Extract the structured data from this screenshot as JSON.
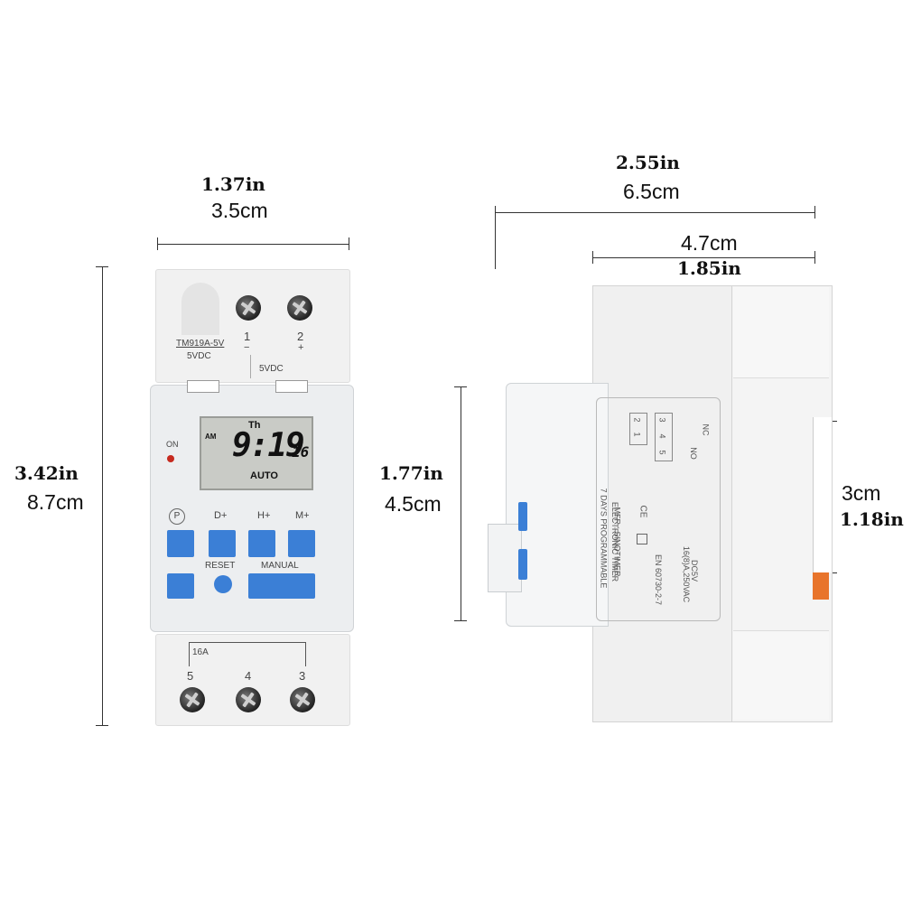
{
  "dimensions": {
    "front_width_in": "1.37in",
    "front_width_cm": "3.5cm",
    "front_height_in": "3.42in",
    "front_height_cm": "8.7cm",
    "side_depth_in": "2.55in",
    "side_depth_cm": "6.5cm",
    "side_partial_cm": "4.7cm",
    "side_partial_in": "1.85in",
    "side_window_in": "1.77in",
    "side_window_cm": "4.5cm",
    "side_rail_cm": "3cm",
    "side_rail_in": "1.18in"
  },
  "front": {
    "model_label": "TM919A-5V",
    "model_voltage": "5VDC",
    "input_voltage": "5VDC",
    "terminal_top_1": "1",
    "terminal_top_2": "2",
    "minus_sign": "−",
    "plus_sign": "+",
    "on_label": "ON",
    "display": {
      "day": "Th",
      "meridiem": "AM",
      "time": "9:19",
      "seconds": "16",
      "mode": "AUTO"
    },
    "buttons": {
      "p": "P",
      "d_plus": "D+",
      "h_plus": "H+",
      "m_plus": "M+",
      "reset": "RESET",
      "manual": "MANUAL"
    },
    "relay_rating": "16A",
    "terminal_5": "5",
    "terminal_4": "4",
    "terminal_3": "3"
  },
  "side": {
    "diagram_t1": "1",
    "diagram_t2": "2",
    "diagram_t3": "3",
    "diagram_t4": "4",
    "diagram_t5": "5",
    "diagram_no": "NO",
    "diagram_nc": "NC",
    "label_line1": "7 DAYS PROGRAMMABLE",
    "label_line2": "ELECTRONIC TIMER",
    "label_line3": "MFR.: SINOTIMER",
    "label_line4": "EN 60730-2-7",
    "label_line5": "DC5V",
    "label_line6": "16(8)A,250VAC",
    "ce_mark": "CE"
  },
  "colors": {
    "button_blue": "#3b7fd6",
    "case_white": "#f3f3f3",
    "lcd_gray": "#c9cbc6",
    "led_red": "#c62a1f",
    "terminal_orange": "#e8742b"
  }
}
